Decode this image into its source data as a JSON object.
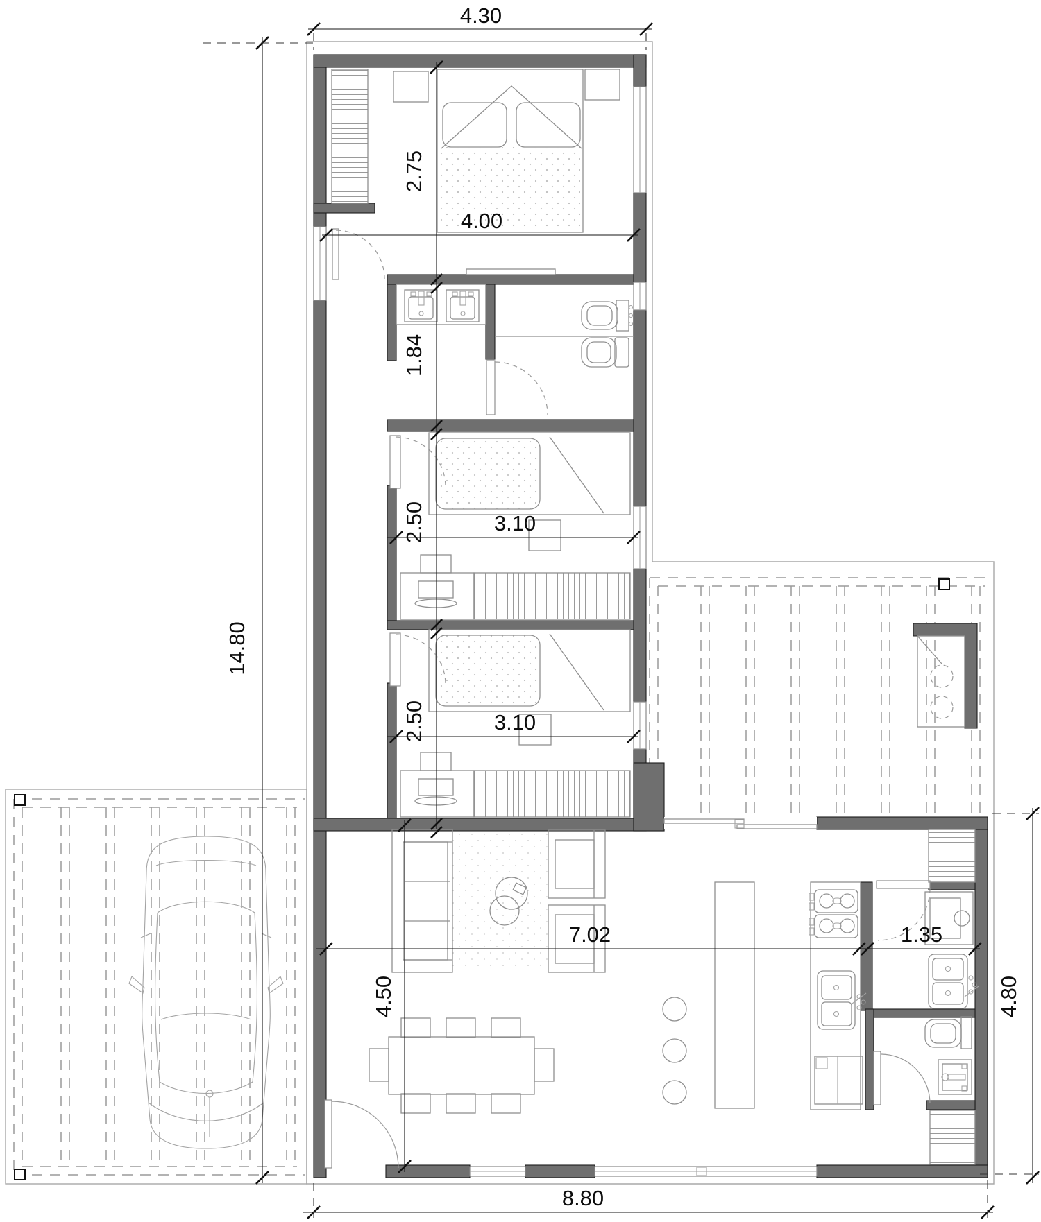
{
  "drawing": {
    "type": "architectural-floor-plan",
    "units": "m"
  },
  "colors": {
    "wall": "#6f6f6f",
    "line": "#8f8f8f",
    "dash": "#9a9a9a",
    "dim": "#161616"
  },
  "dims": {
    "overall_top": "4.30",
    "overall_left": "14.80",
    "master_depth": "2.75",
    "master_width": "4.00",
    "bath_depth": "1.84",
    "bedroom2_depth": "2.50",
    "bedroom2_width": "3.10",
    "bedroom3_depth": "2.50",
    "bedroom3_width": "3.10",
    "living_width": "7.02",
    "living_depth": "4.50",
    "laundry_width": "1.35",
    "overall_right": "4.80",
    "overall_bottom": "8.80"
  }
}
